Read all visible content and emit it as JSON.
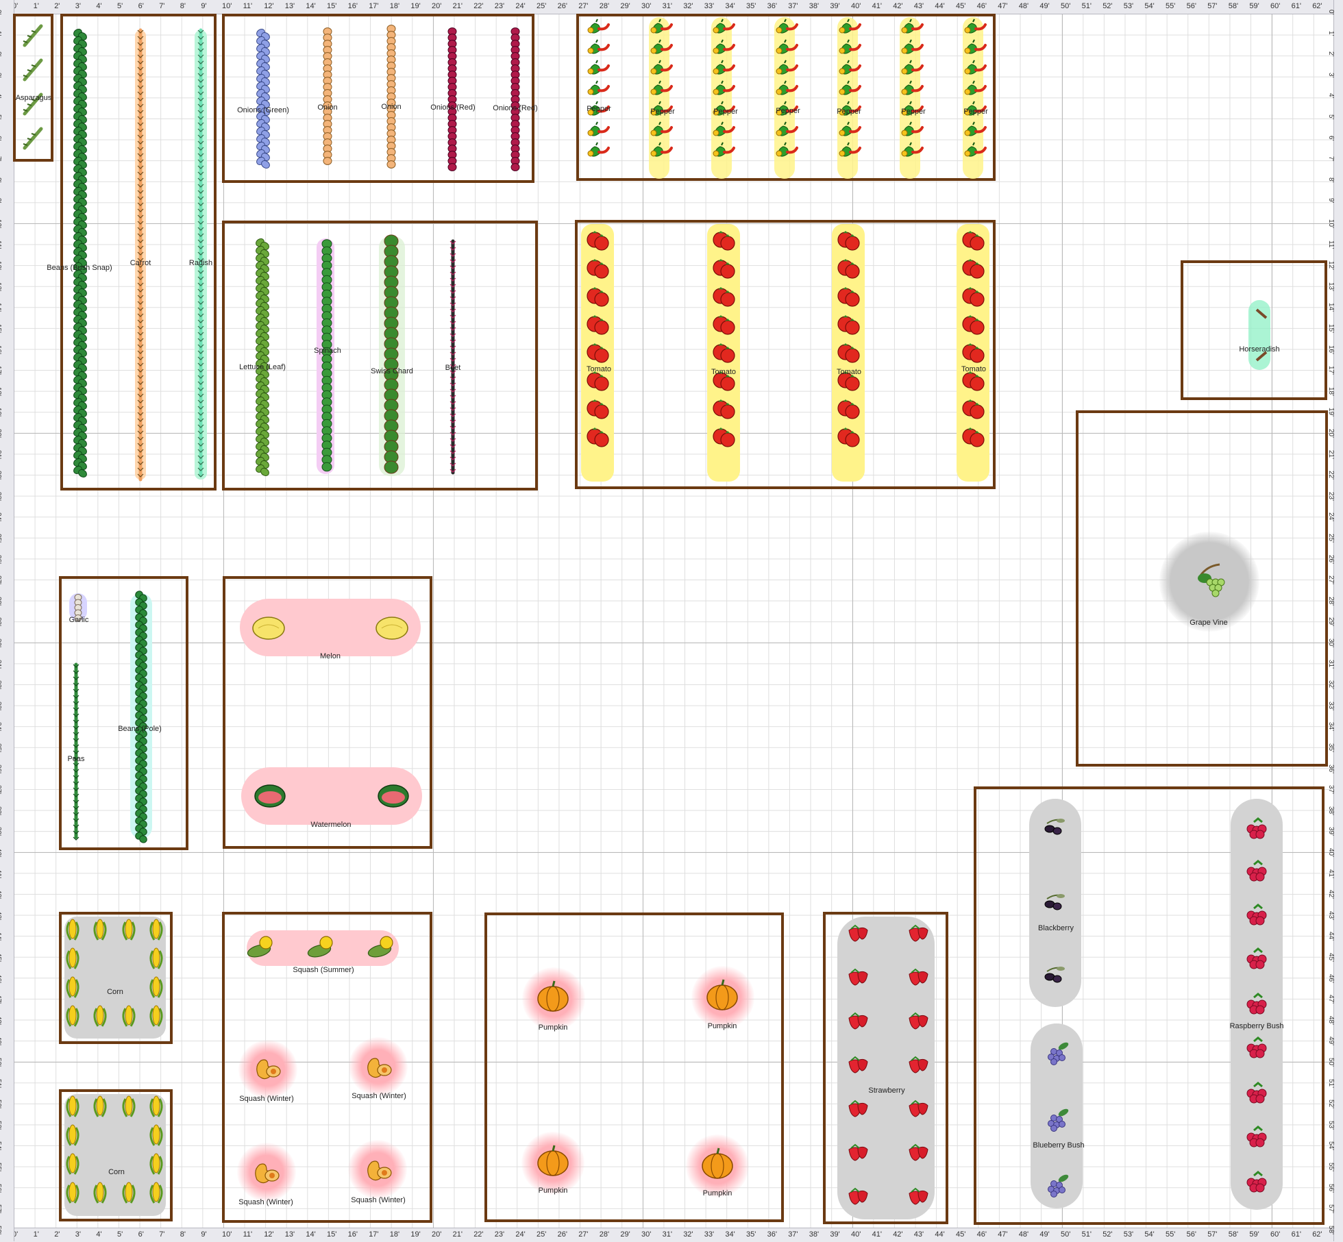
{
  "rulers": {
    "feet": [
      "0'",
      "1'",
      "2'",
      "3'",
      "4'",
      "5'",
      "6'",
      "7'",
      "8'",
      "9'",
      "10'",
      "11'",
      "12'",
      "13'",
      "14'",
      "15'",
      "16'",
      "17'",
      "18'",
      "19'",
      "20'",
      "21'",
      "22'",
      "23'",
      "24'",
      "25'",
      "26'",
      "27'",
      "28'",
      "29'",
      "30'",
      "31'",
      "32'",
      "33'",
      "34'",
      "35'",
      "36'",
      "37'",
      "38'",
      "39'",
      "40'",
      "41'",
      "42'",
      "43'",
      "44'",
      "45'",
      "46'",
      "47'",
      "48'",
      "49'",
      "50'",
      "51'",
      "52'",
      "53'",
      "54'",
      "55'",
      "56'",
      "57'",
      "58'",
      "59'",
      "60'",
      "61'",
      "62'"
    ],
    "rows": [
      "0'",
      "1'",
      "2'",
      "3'",
      "4'",
      "5'",
      "6'",
      "7'",
      "8'",
      "9'",
      "10'",
      "11'",
      "12'",
      "13'",
      "14'",
      "15'",
      "16'",
      "17'",
      "18'",
      "19'",
      "20'",
      "21'",
      "22'",
      "23'",
      "24'",
      "25'",
      "26'",
      "27'",
      "28'",
      "29'",
      "30'",
      "31'",
      "32'",
      "33'",
      "34'",
      "35'",
      "36'",
      "37'",
      "38'",
      "39'",
      "40'",
      "41'",
      "42'",
      "43'",
      "44'",
      "45'",
      "46'",
      "47'",
      "48'",
      "49'",
      "50'",
      "51'",
      "52'",
      "53'",
      "54'",
      "55'",
      "56'",
      "57'",
      "58'"
    ]
  },
  "labels": {
    "asparagus": "Asparagus",
    "beans_bush": "Beans (Bush Snap)",
    "carrot": "Carrot",
    "radish": "Radish",
    "onions_green": "Onions (Green)",
    "onion_1": "Onion",
    "onion_2": "Onion",
    "onions_red_1": "Onions (Red)",
    "onions_red_2": "Onions (Red)",
    "pepper": "Pepper",
    "lettuce": "Lettuce (Leaf)",
    "spinach": "Spinach",
    "swiss_chard": "Swiss Chard",
    "beet": "Beet",
    "tomato": "Tomato",
    "horseradish": "Horseradish",
    "grape_vine": "Grape Vine",
    "garlic": "Garlic",
    "peas": "Peas",
    "beans_pole": "Beans (Pole)",
    "melon": "Melon",
    "watermelon": "Watermelon",
    "blackberry": "Blackberry",
    "raspberry": "Raspberry Bush",
    "blueberry": "Blueberry Bush",
    "corn": "Corn",
    "squash_summer": "Squash (Summer)",
    "squash_winter": "Squash (Winter)",
    "pumpkin": "Pumpkin",
    "strawberry": "Strawberry"
  },
  "colors": {
    "bed_border": "#6b3a12",
    "grid_major": "#b9b9b9",
    "grid_minor": "#dedede",
    "highlight_yellow": "#fff38a",
    "highlight_pink": "#ffc9cf",
    "highlight_gray": "#cfcfcf"
  }
}
